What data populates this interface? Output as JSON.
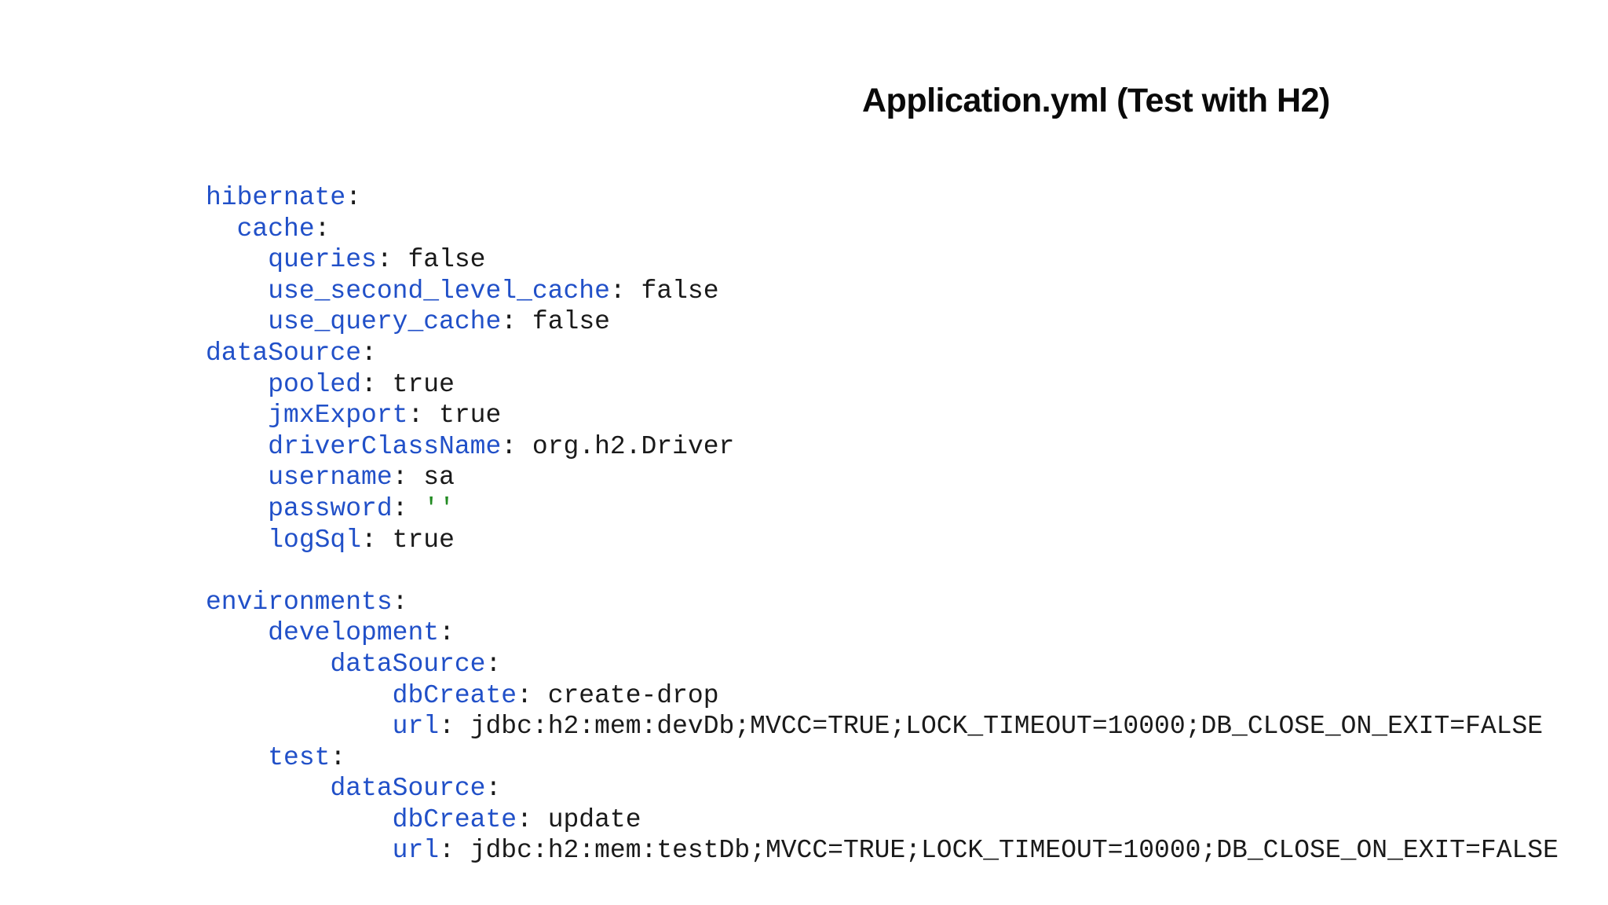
{
  "page": {
    "background_color": "#ffffff"
  },
  "title": {
    "text": "Application.yml (Test with H2)",
    "color": "#0a0a0a"
  },
  "code": {
    "language": "yaml",
    "key_color": "#2150c8",
    "value_color": "#1a1a1a",
    "string_color": "#228b22",
    "lines": [
      {
        "indent": 0,
        "key": "hibernate",
        "value": null
      },
      {
        "indent": 2,
        "key": "cache",
        "value": null
      },
      {
        "indent": 4,
        "key": "queries",
        "value": "false"
      },
      {
        "indent": 4,
        "key": "use_second_level_cache",
        "value": "false"
      },
      {
        "indent": 4,
        "key": "use_query_cache",
        "value": "false"
      },
      {
        "indent": 0,
        "key": "dataSource",
        "value": null
      },
      {
        "indent": 4,
        "key": "pooled",
        "value": "true"
      },
      {
        "indent": 4,
        "key": "jmxExport",
        "value": "true"
      },
      {
        "indent": 4,
        "key": "driverClassName",
        "value": "org.h2.Driver"
      },
      {
        "indent": 4,
        "key": "username",
        "value": "sa"
      },
      {
        "indent": 4,
        "key": "password",
        "value": "''",
        "string": true
      },
      {
        "indent": 4,
        "key": "logSql",
        "value": "true"
      },
      {
        "blank": true
      },
      {
        "indent": 0,
        "key": "environments",
        "value": null
      },
      {
        "indent": 4,
        "key": "development",
        "value": null
      },
      {
        "indent": 8,
        "key": "dataSource",
        "value": null
      },
      {
        "indent": 12,
        "key": "dbCreate",
        "value": "create-drop"
      },
      {
        "indent": 12,
        "key": "url",
        "value": "jdbc:h2:mem:devDb;MVCC=TRUE;LOCK_TIMEOUT=10000;DB_CLOSE_ON_EXIT=FALSE"
      },
      {
        "indent": 4,
        "key": "test",
        "value": null
      },
      {
        "indent": 8,
        "key": "dataSource",
        "value": null
      },
      {
        "indent": 12,
        "key": "dbCreate",
        "value": "update"
      },
      {
        "indent": 12,
        "key": "url",
        "value": "jdbc:h2:mem:testDb;MVCC=TRUE;LOCK_TIMEOUT=10000;DB_CLOSE_ON_EXIT=FALSE"
      }
    ]
  }
}
